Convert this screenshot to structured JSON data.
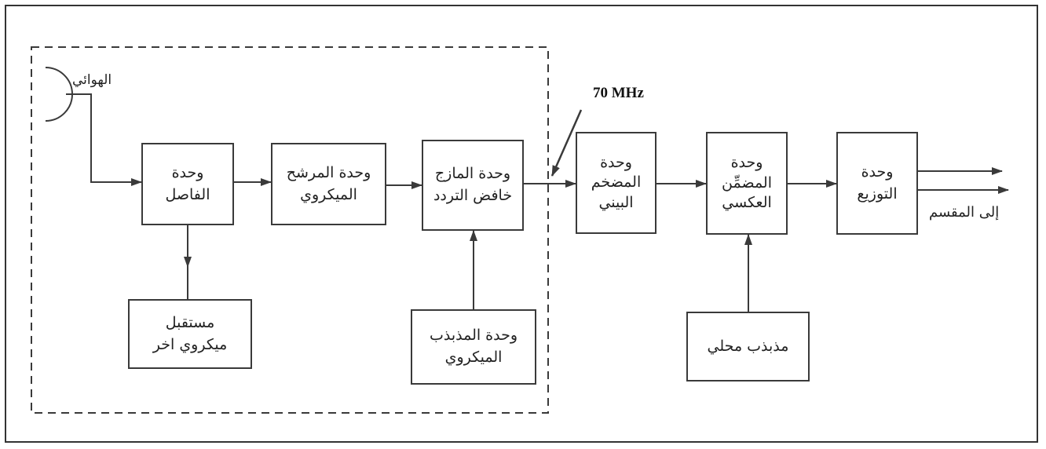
{
  "diagram": {
    "antenna_label": "الهوائي",
    "frequency_label": "70 MHz",
    "output_label": "إلى المقسم",
    "blocks": {
      "separator": [
        "وحدة",
        "الفاصل"
      ],
      "micro_filter": [
        "وحدة المرشح",
        "الميكروي"
      ],
      "mixer": [
        "وحدة المازج",
        "خافض التردد"
      ],
      "other_receiver": [
        "مستقبل",
        "ميكروي اخر"
      ],
      "micro_oscillator": [
        "وحدة المذبذب",
        "الميكروي"
      ],
      "if_amplifier": [
        "وحدة",
        "المضخم",
        "البيني"
      ],
      "upconverter": [
        "وحدة",
        "المضمِّن",
        "العكسي"
      ],
      "local_oscillator": [
        "مذبذب محلي"
      ],
      "distribution": [
        "وحدة",
        "التوزيع"
      ]
    }
  }
}
